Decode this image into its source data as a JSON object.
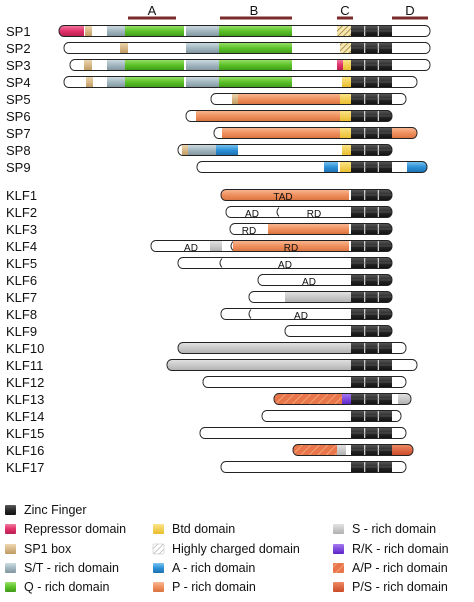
{
  "section_labels": [
    "A",
    "B",
    "C",
    "D"
  ],
  "sp_rows": [
    {
      "name": "SP1"
    },
    {
      "name": "SP2"
    },
    {
      "name": "SP3"
    },
    {
      "name": "SP4"
    },
    {
      "name": "SP5"
    },
    {
      "name": "SP6"
    },
    {
      "name": "SP7"
    },
    {
      "name": "SP8"
    },
    {
      "name": "SP9"
    }
  ],
  "klf_rows": [
    {
      "name": "KLF1",
      "inner": [
        "TAD"
      ]
    },
    {
      "name": "KLF2",
      "inner": [
        "AD",
        "RD"
      ]
    },
    {
      "name": "KLF3",
      "inner": [
        "RD"
      ]
    },
    {
      "name": "KLF4",
      "inner": [
        "AD",
        "RD"
      ]
    },
    {
      "name": "KLF5",
      "inner": [
        "AD"
      ]
    },
    {
      "name": "KLF6",
      "inner": [
        "AD"
      ]
    },
    {
      "name": "KLF7",
      "inner": []
    },
    {
      "name": "KLF8",
      "inner": [
        "AD"
      ]
    },
    {
      "name": "KLF9",
      "inner": []
    },
    {
      "name": "KLF10",
      "inner": []
    },
    {
      "name": "KLF11",
      "inner": []
    },
    {
      "name": "KLF12",
      "inner": []
    },
    {
      "name": "KLF13",
      "inner": []
    },
    {
      "name": "KLF14",
      "inner": []
    },
    {
      "name": "KLF15",
      "inner": []
    },
    {
      "name": "KLF16",
      "inner": []
    },
    {
      "name": "KLF17",
      "inner": []
    }
  ],
  "legend": [
    {
      "label": "Zinc Finger",
      "kind": "zinc-finger"
    },
    {
      "label": "Repressor domain",
      "kind": "repressor"
    },
    {
      "label": "SP1 box",
      "kind": "sp1-box"
    },
    {
      "label": "S/T - rich domain",
      "kind": "st-rich"
    },
    {
      "label": "Q - rich domain",
      "kind": "q-rich"
    },
    {
      "label": "Btd domain",
      "kind": "btd"
    },
    {
      "label": "Highly charged domain",
      "kind": "charged"
    },
    {
      "label": "A - rich domain",
      "kind": "a-rich"
    },
    {
      "label": "P - rich domain",
      "kind": "p-rich"
    },
    {
      "label": "S - rich domain",
      "kind": "s-rich"
    },
    {
      "label": "R/K - rich domain",
      "kind": "rk-rich"
    },
    {
      "label": "A/P - rich domain",
      "kind": "ap-rich"
    },
    {
      "label": "P/S - rich domain",
      "kind": "ps-rich"
    }
  ],
  "colors": {
    "repressor": "#e2316a",
    "sp1_box": "#d9b98a",
    "st_rich": "#a9bcc4",
    "q_rich": "#66cc33",
    "btd": "#f7d24a",
    "a_rich": "#3aa0e0",
    "p_rich": "#f3976b",
    "s_rich": "#cccccc",
    "rk_rich": "#7b3fe0",
    "ap_rich": "#e8764a",
    "ps_rich": "#e0603a",
    "zinc_finger": "#2b2b2b",
    "section_bar": "#7a2a2a"
  }
}
